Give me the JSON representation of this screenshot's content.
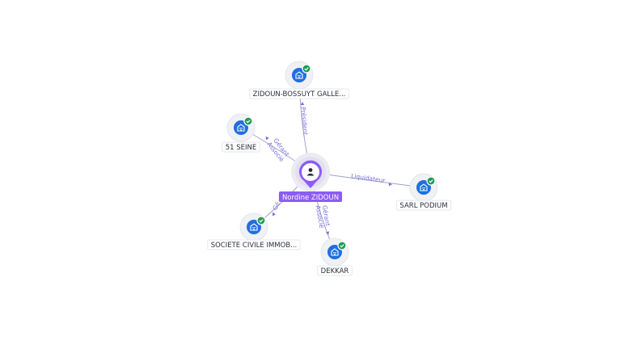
{
  "center": {
    "name": "Nordine ZIDOUN",
    "icon": "person-icon",
    "color": "#8b5cf6"
  },
  "companies": [
    {
      "id": "zidoun",
      "name": "ZIDOUN-BOSSUYT GALLE...",
      "icon": "building-icon",
      "status_icon": "check-icon"
    },
    {
      "id": "seine",
      "name": "51 SEINE",
      "icon": "building-icon",
      "status_icon": "check-icon"
    },
    {
      "id": "podium",
      "name": "SARL PODIUM",
      "icon": "building-icon",
      "status_icon": "check-icon"
    },
    {
      "id": "sci",
      "name": "SOCIETE CIVILE IMMOB...",
      "icon": "building-icon",
      "status_icon": "check-icon"
    },
    {
      "id": "dekkar",
      "name": "DEKKAR",
      "icon": "building-icon",
      "status_icon": "check-icon"
    }
  ],
  "relations": [
    {
      "to": "zidoun",
      "labels": [
        "Président"
      ]
    },
    {
      "to": "seine",
      "labels": [
        "Gérant",
        "Associé"
      ]
    },
    {
      "to": "podium",
      "labels": [
        "Liquidateur"
      ]
    },
    {
      "to": "sci",
      "labels": [
        "Gé"
      ]
    },
    {
      "to": "dekkar",
      "labels": [
        "Gérant",
        "Associé"
      ]
    }
  ],
  "colors": {
    "company_node": "#1f6fe0",
    "status_ok": "#1f9d55",
    "edge": "#9aa3c7",
    "edge_label": "#7a6ee0",
    "person": "#8b5cf6"
  }
}
